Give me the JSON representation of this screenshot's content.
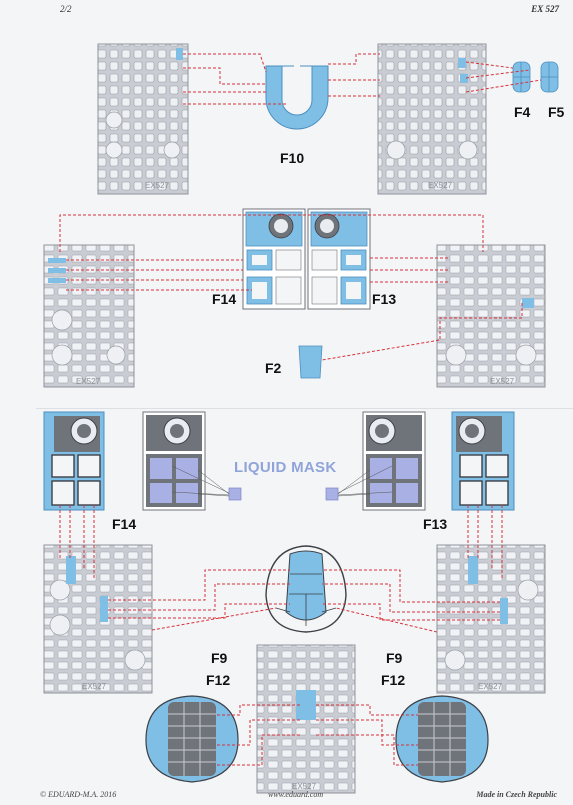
{
  "header": {
    "page": "2/2",
    "set_code": "EX 527"
  },
  "fret_marking": "EX527",
  "parts": {
    "f10": "F10",
    "f4": "F4",
    "f5": "F5",
    "f14_top": "F14",
    "f13_top": "F13",
    "f2": "F2",
    "f14_bottom": "F14",
    "f13_bottom": "F13",
    "f9_left": "F9",
    "f12_left": "F12",
    "f9_right": "F9",
    "f12_right": "F12"
  },
  "liquid_mask": "LIQUID MASK",
  "footer": {
    "copyright": "© EDUARD-M.A. 2016",
    "website": "www.eduard.com",
    "origin": "Made in Czech Republic"
  },
  "colors": {
    "frame_fill": "#c9ccd2",
    "frame_stroke": "#8e939a",
    "mask_blue": "#7fbfe6",
    "mask_purple": "#a9b0e4",
    "mask_dark": "#6f737a",
    "leader_red": "#d9303a"
  }
}
